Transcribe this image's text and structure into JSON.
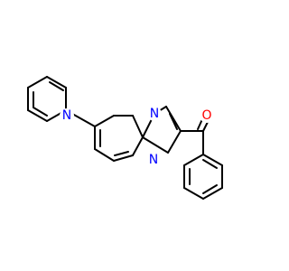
{
  "molecule": {
    "atoms": {
      "N_pyridine": {
        "symbol": "N",
        "color": "#0000ff"
      },
      "N_bridge": {
        "symbol": "N",
        "color": "#0000ff"
      },
      "N_imidazole": {
        "symbol": "N",
        "color": "#0000ff"
      },
      "O_carbonyl": {
        "symbol": "O",
        "color": "#ff0000"
      }
    },
    "bond_color": "#000000",
    "background": "#ffffff"
  }
}
